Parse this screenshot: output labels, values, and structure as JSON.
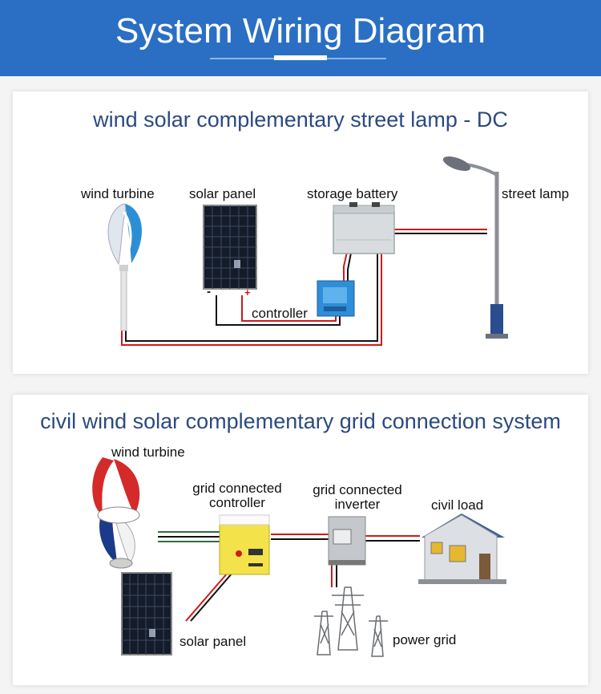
{
  "header": {
    "title": "System Wiring Diagram"
  },
  "dc_system": {
    "title": "wind solar complementary street lamp - DC",
    "labels": {
      "wind_turbine": "wind turbine",
      "solar_panel": "solar panel",
      "storage_battery": "storage battery",
      "street_lamp": "street lamp",
      "controller": "controller",
      "minus": "-",
      "plus": "+"
    }
  },
  "grid_system": {
    "title": "civil wind solar complementary grid connection system",
    "labels": {
      "wind_turbine": "wind turbine",
      "controller_line1": "grid connected",
      "controller_line2": "controller",
      "inverter_line1": "grid connected",
      "inverter_line2": "inverter",
      "civil_load": "civil load",
      "solar_panel": "solar panel",
      "power_grid": "power grid"
    }
  },
  "colors": {
    "header_bg": "#2a6fc4",
    "heading_text": "#2b4a80",
    "wire_red": "#d01a1a",
    "wire_black": "#111111"
  }
}
